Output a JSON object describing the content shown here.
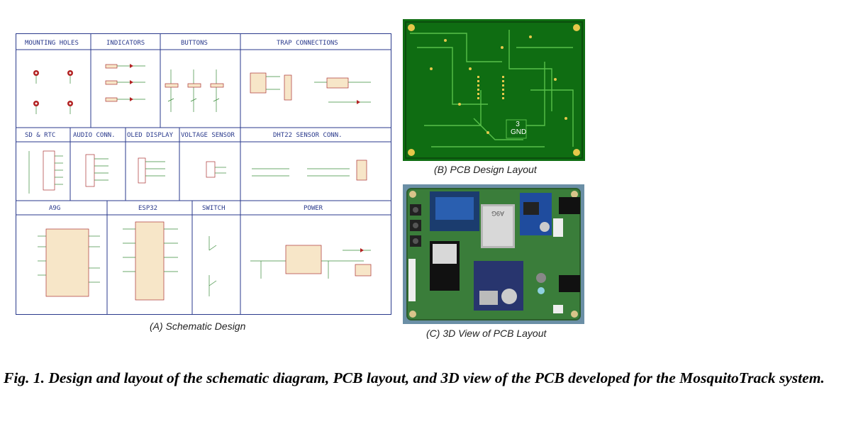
{
  "sections": {
    "mounting_holes": "MOUNTING HOLES",
    "indicators": "INDICATORS",
    "buttons": "BUTTONS",
    "trap_connections": "TRAP CONNECTIONS",
    "sd_rtc": "SD & RTC",
    "audio_conn": "AUDIO CONN.",
    "oled_display": "OLED DISPLAY",
    "voltage_sensor": "VOLTAGE SENSOR",
    "dht22": "DHT22 SENSOR CONN.",
    "a9g": "A9G",
    "esp32": "ESP32",
    "switch": "SWITCH",
    "power": "POWER"
  },
  "pcb_label_number": "3",
  "pcb_label_gnd": "GND",
  "module_label": "A9G",
  "captions": {
    "a": "(A) Schematic Design",
    "b": "(B) PCB Design Layout",
    "c": "(C) 3D View of PCB Layout"
  },
  "figure_caption": "Fig. 1. Design and layout of the schematic diagram, PCB layout, and 3D view of the PCB developed for the MosquitoTrack system.",
  "colors": {
    "schematic_border": "#2a3a8c",
    "pcb_green": "#0f6d12",
    "pcb_trace": "#58c04a",
    "board_3d": "#3a7d3a"
  }
}
